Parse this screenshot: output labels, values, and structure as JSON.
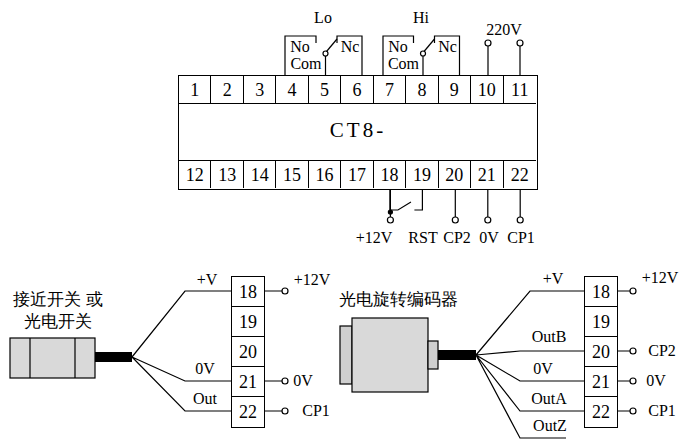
{
  "diagram": {
    "nodes": [
      {
        "text": [
          "CT8-"
        ]
      },
      {
        "text": [
          "1"
        ],
        "in": 0
      },
      {
        "text": [
          "2"
        ],
        "in": 0
      },
      {
        "text": [
          "3"
        ],
        "in": 0
      },
      {
        "text": [
          "4"
        ],
        "in": 0
      },
      {
        "text": [
          "5"
        ],
        "in": 0
      },
      {
        "text": [
          "6"
        ],
        "in": 0
      },
      {
        "text": [
          "7"
        ],
        "in": 0
      },
      {
        "text": [
          "8"
        ],
        "in": 0
      },
      {
        "text": [
          "9"
        ],
        "in": 0
      },
      {
        "text": [
          "10"
        ],
        "in": 0
      },
      {
        "text": [
          "11"
        ],
        "in": 0
      },
      {
        "text": [
          "12"
        ],
        "in": 0
      },
      {
        "text": [
          "13"
        ],
        "in": 0
      },
      {
        "text": [
          "14"
        ],
        "in": 0
      },
      {
        "text": [
          "15"
        ],
        "in": 0
      },
      {
        "text": [
          "16"
        ],
        "in": 0
      },
      {
        "text": [
          "17"
        ],
        "in": 0
      },
      {
        "text": [
          "18"
        ],
        "in": 0
      },
      {
        "text": [
          "19"
        ],
        "in": 0
      },
      {
        "text": [
          "20"
        ],
        "in": 0
      },
      {
        "text": [
          "21"
        ],
        "in": 0
      },
      {
        "text": [
          "22"
        ],
        "in": 0
      },
      {
        "text": [
          "18"
        ]
      },
      {
        "text": [
          "19"
        ]
      },
      {
        "text": [
          "20"
        ]
      },
      {
        "text": [
          "21"
        ]
      },
      {
        "text": [
          "22"
        ]
      },
      {
        "text": [
          "18"
        ]
      },
      {
        "text": [
          "19"
        ]
      },
      {
        "text": [
          "20"
        ]
      },
      {
        "text": [
          "21"
        ]
      },
      {
        "text": [
          "22"
        ]
      }
    ],
    "edges": [
      {
        "from": 18,
        "to": 19,
        "arrow": "none"
      }
    ],
    "labels": [
      "Lo",
      "No",
      "Com",
      "Nc",
      "Hi",
      "No",
      "Com",
      "Nc",
      "220V",
      "+12V",
      "RST",
      "CP2",
      "0V",
      "CP1",
      "接近开关 或光电开关",
      "+V",
      "0V",
      "Out",
      "+12V",
      "0V",
      "CP1",
      "光电旋转编码器",
      "+V",
      "OutB",
      "0V",
      "OutA",
      "OutZ",
      "+12V",
      "CP2",
      "0V",
      "CP1"
    ]
  }
}
